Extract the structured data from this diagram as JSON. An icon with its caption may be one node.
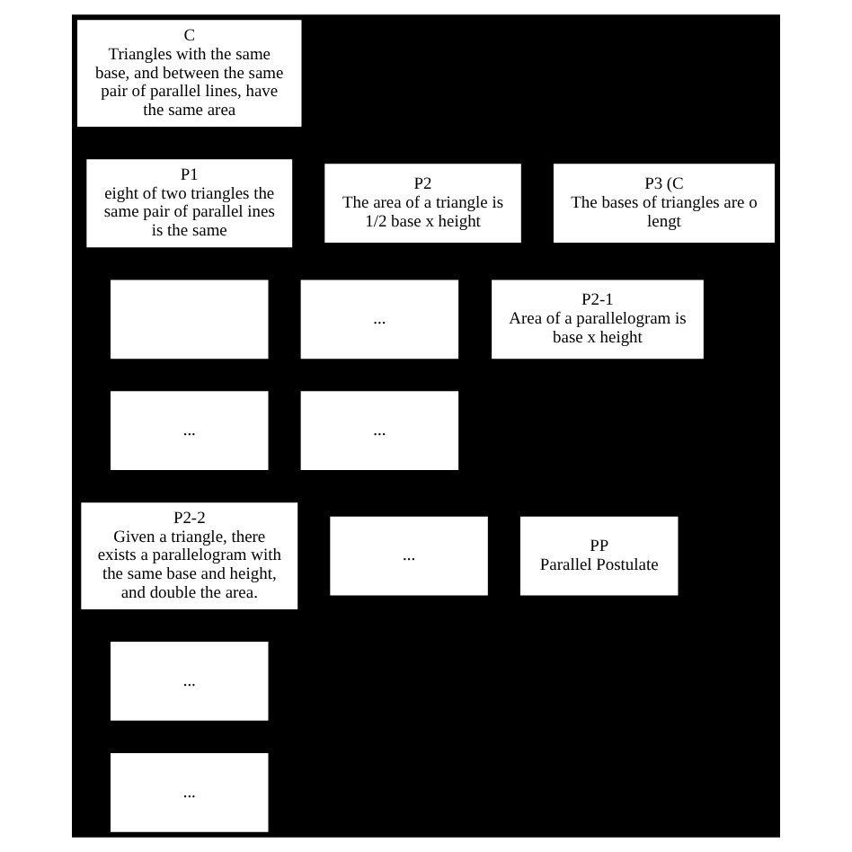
{
  "diagram": {
    "nodes": [
      {
        "text": [
          "C",
          "Triangles with the same base, and between the same pair of parallel lines, have the same area"
        ]
      },
      {
        "text": [
          "P1",
          "eight of two triangles the same pair of parallel ines is the same"
        ]
      },
      {
        "text": [
          "P2",
          "The area of a triangle is 1/2 base x height"
        ]
      },
      {
        "text": [
          "P3 (C",
          "The bases of triangles are o lengt"
        ]
      },
      {
        "text": [],
        "shape": "box"
      },
      {
        "text": [
          "..."
        ]
      },
      {
        "text": [
          "P2-1",
          "Area of a parallelogram is base x height"
        ]
      },
      {
        "text": [
          "..."
        ]
      },
      {
        "text": [
          "..."
        ]
      },
      {
        "text": [
          "P2-2",
          "Given a triangle, there exists a parallelogram with the same base and height, and double the area."
        ]
      },
      {
        "text": [
          "..."
        ]
      },
      {
        "text": [
          "PP",
          "Parallel Postulate"
        ]
      },
      {
        "text": [
          "..."
        ]
      },
      {
        "text": [
          "..."
        ]
      }
    ],
    "edges": []
  }
}
